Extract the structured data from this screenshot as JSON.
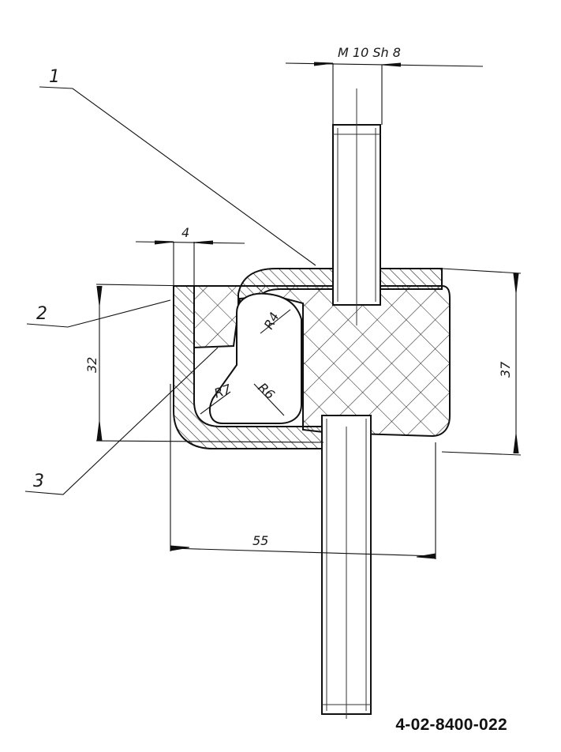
{
  "thread_label": "M 10 Sh 8",
  "part_labels": [
    "1",
    "2",
    "3"
  ],
  "dimensions": {
    "wall_thickness": "4",
    "height_inner": "32",
    "height_outer": "37",
    "width": "55",
    "radius_r4": "R4",
    "radius_r7": "R7",
    "radius_r6": "R6"
  },
  "document_number": "4-02-8400-022"
}
